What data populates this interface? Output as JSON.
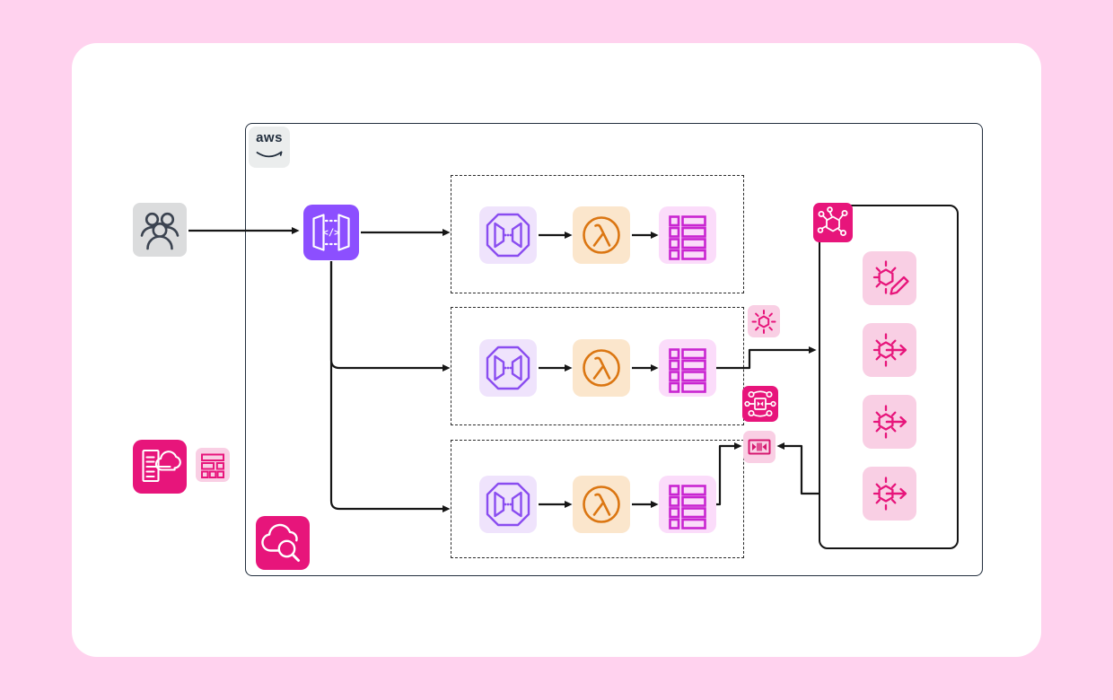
{
  "page": {
    "background_color": "#FFD2EE",
    "panel_color": "#FFFFFF"
  },
  "aws_cloud_group": {
    "logo_text": "aws",
    "outline_color": "#232F3E"
  },
  "palette": {
    "purple": "#8C4FFF",
    "purple_tint": "#EFE3FC",
    "orange": "#DB7612",
    "orange_tint": "#FBE6CC",
    "magenta": "#C925D1",
    "magenta_tint": "#FBDCFA",
    "pink": "#E7157B",
    "pink_tint": "#F9CFE4",
    "gray_tint": "#DBDCDD",
    "connector_color": "#161616"
  },
  "icons": {
    "users": "users-icon",
    "api_gateway": "api-gateway-icon",
    "octagon_gateway": "octagon-panels-icon",
    "lambda": "lambda-icon",
    "table": "table-rows-icon",
    "hexagon_network_badge": "hexagon-network-icon",
    "spark_pencil": "ai-spark-pencil-icon",
    "spark_arrow": "ai-spark-arrow-icon",
    "spark": "ai-spark-icon",
    "square_network": "square-network-icon",
    "playback": "play-bars-icon",
    "document_cloud": "document-cloud-icon",
    "template_grid": "template-grid-icon",
    "cloud_magnifier": "cloud-magnifier-icon"
  },
  "structure": {
    "pipeline_rows": 3,
    "right_panel_icons": 4
  }
}
